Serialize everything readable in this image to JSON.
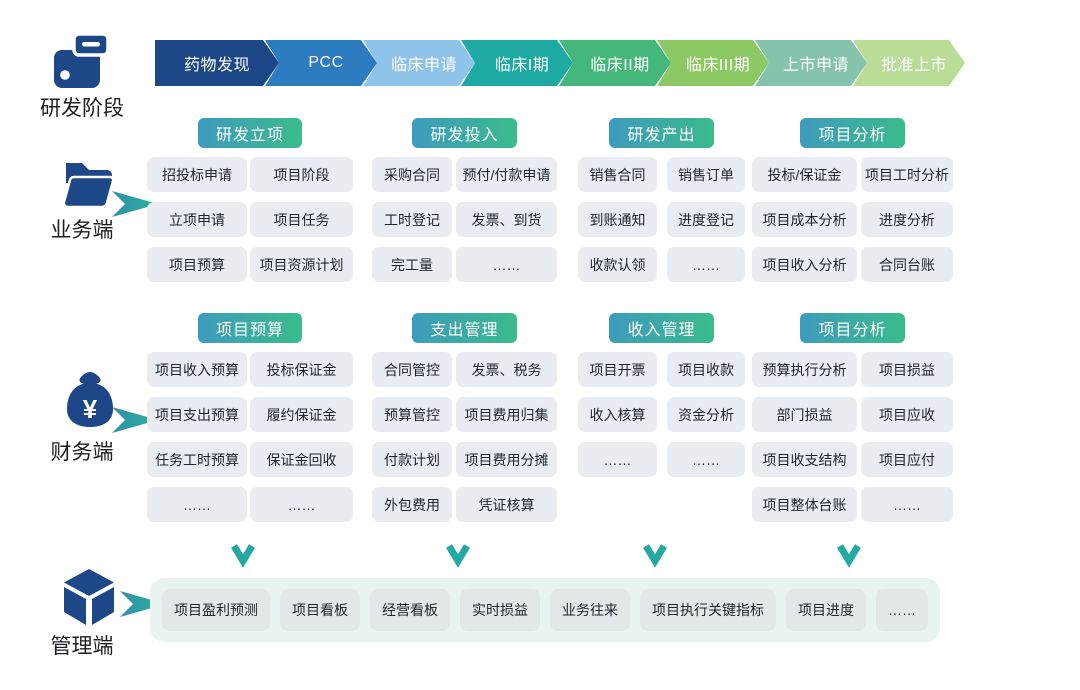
{
  "colors": {
    "navy": "#1d4787",
    "teal_arrow": "#2aa8a0",
    "header_gradient_left": "#3e9bbd",
    "header_gradient_right": "#3bbb8c",
    "cell_bg": "#e9ecf1",
    "management_bg": "#e9f3f1",
    "management_cell_bg": "#e2e8e8"
  },
  "stages": {
    "label": "研发阶段",
    "items": [
      {
        "label": "药物发现",
        "color": "#1d4787"
      },
      {
        "label": "PCC",
        "color": "#2e7cc0"
      },
      {
        "label": "临床申请",
        "color": "#90c3e9"
      },
      {
        "label": "临床I期",
        "color": "#1ea9a3"
      },
      {
        "label": "临床II期",
        "color": "#45b77b"
      },
      {
        "label": "临床III期",
        "color": "#8cc863"
      },
      {
        "label": "上市申请",
        "color": "#86c3ac"
      },
      {
        "label": "批准上市",
        "color": "#b9dc97"
      }
    ]
  },
  "sections": [
    {
      "id": "business",
      "side_label": "业务端",
      "icon": "folder-icon",
      "groups": [
        {
          "header": "研发立项",
          "rows": [
            [
              "招投标申请",
              "项目阶段"
            ],
            [
              "立项申请",
              "项目任务"
            ],
            [
              "项目预算",
              "项目资源计划"
            ]
          ]
        },
        {
          "header": "研发投入",
          "rows": [
            [
              "采购合同",
              "预付/付款申请"
            ],
            [
              "工时登记",
              "发票、到货"
            ],
            [
              "完工量",
              "……"
            ]
          ]
        },
        {
          "header": "研发产出",
          "rows": [
            [
              "销售合同",
              "销售订单"
            ],
            [
              "到账通知",
              "进度登记"
            ],
            [
              "收款认领",
              "……"
            ]
          ]
        },
        {
          "header": "项目分析",
          "rows": [
            [
              "投标/保证金",
              "项目工时分析"
            ],
            [
              "项目成本分析",
              "进度分析"
            ],
            [
              "项目收入分析",
              "合同台账"
            ]
          ]
        }
      ]
    },
    {
      "id": "finance",
      "side_label": "财务端",
      "icon": "money-bag-icon",
      "groups": [
        {
          "header": "项目预算",
          "rows": [
            [
              "项目收入预算",
              "投标保证金"
            ],
            [
              "项目支出预算",
              "履约保证金"
            ],
            [
              "任务工时预算",
              "保证金回收"
            ],
            [
              "……",
              "……"
            ]
          ]
        },
        {
          "header": "支出管理",
          "rows": [
            [
              "合同管控",
              "发票、税务"
            ],
            [
              "预算管控",
              "项目费用归集"
            ],
            [
              "付款计划",
              "项目费用分摊"
            ],
            [
              "外包费用",
              "凭证核算"
            ]
          ]
        },
        {
          "header": "收入管理",
          "rows": [
            [
              "项目开票",
              "项目收款"
            ],
            [
              "收入核算",
              "资金分析"
            ],
            [
              "……",
              "……"
            ]
          ]
        },
        {
          "header": "项目分析",
          "rows": [
            [
              "预算执行分析",
              "项目损益"
            ],
            [
              "部门损益",
              "项目应收"
            ],
            [
              "项目收支结构",
              "项目应付"
            ],
            [
              "项目整体台账",
              "……"
            ]
          ]
        }
      ]
    }
  ],
  "management": {
    "side_label": "管理端",
    "icon": "cube-icon",
    "items": [
      "项目盈利预测",
      "项目看板",
      "经营看板",
      "实时损益",
      "业务往来",
      "项目执行关键指标",
      "项目进度",
      "……"
    ]
  }
}
